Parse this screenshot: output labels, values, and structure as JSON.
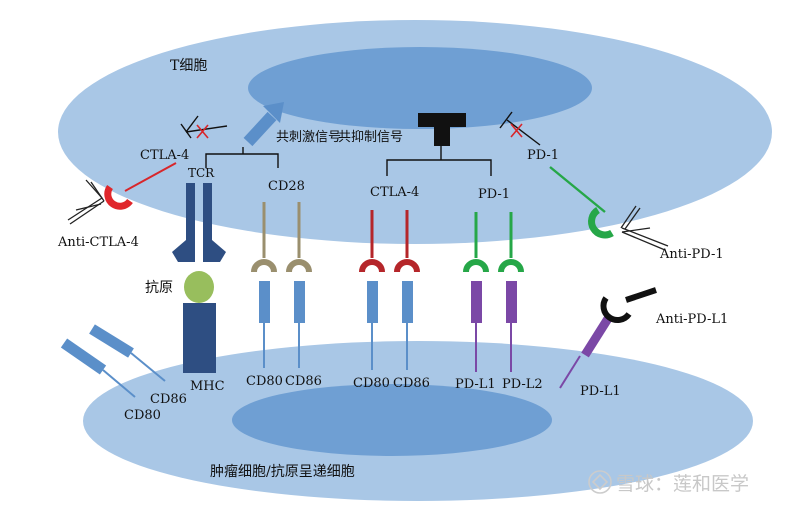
{
  "colors": {
    "cell_light": "#a9c7e6",
    "cell_dark": "#6f9fd3",
    "stem_blue": "#5b8fc9",
    "tcr_navy": "#2e4e82",
    "antigen_green": "#98be5d",
    "cd28_tan": "#9a8f6e",
    "ctla4_red": "#b5262a",
    "pd1_green": "#26a748",
    "pdl_purple": "#7b48a6",
    "black": "#111111",
    "anti_ctla4_red": "#e0262b"
  },
  "labels": {
    "t_cell": "T细胞",
    "co_stimulatory": "共刺激信号",
    "co_inhibitory": "共抑制信号",
    "ctla4_blocked": "CTLA-4",
    "pd1_blocked": "PD-1",
    "tcr": "TCR",
    "cd28": "CD28",
    "ctla4": "CTLA-4",
    "pd1": "PD-1",
    "anti_ctla4": "Anti-CTLA-4",
    "anti_pd1": "Anti-PD-1",
    "anti_pdl1": "Anti-PD-L1",
    "antigen": "抗原",
    "mhc": "MHC",
    "cd86_left": "CD86",
    "cd80_left": "CD80",
    "cd80_a": "CD80",
    "cd86_a": "CD86",
    "cd80_b": "CD80",
    "cd86_b": "CD86",
    "pdl1": "PD-L1",
    "pdl2": "PD-L2",
    "pdl1_right": "PD-L1",
    "tumor_cell": "肿瘤细胞/抗原呈递细胞",
    "watermark": "雪球：莲和医学"
  },
  "icons": {
    "stimulatory_arrow": "arrow-up-right-icon",
    "inhibitory_block": "t-block-icon",
    "blocked_marks": "red-x-icon",
    "antibodies": "y-shaped-antibody-icon",
    "watermark_logo": "snowball-icon"
  }
}
